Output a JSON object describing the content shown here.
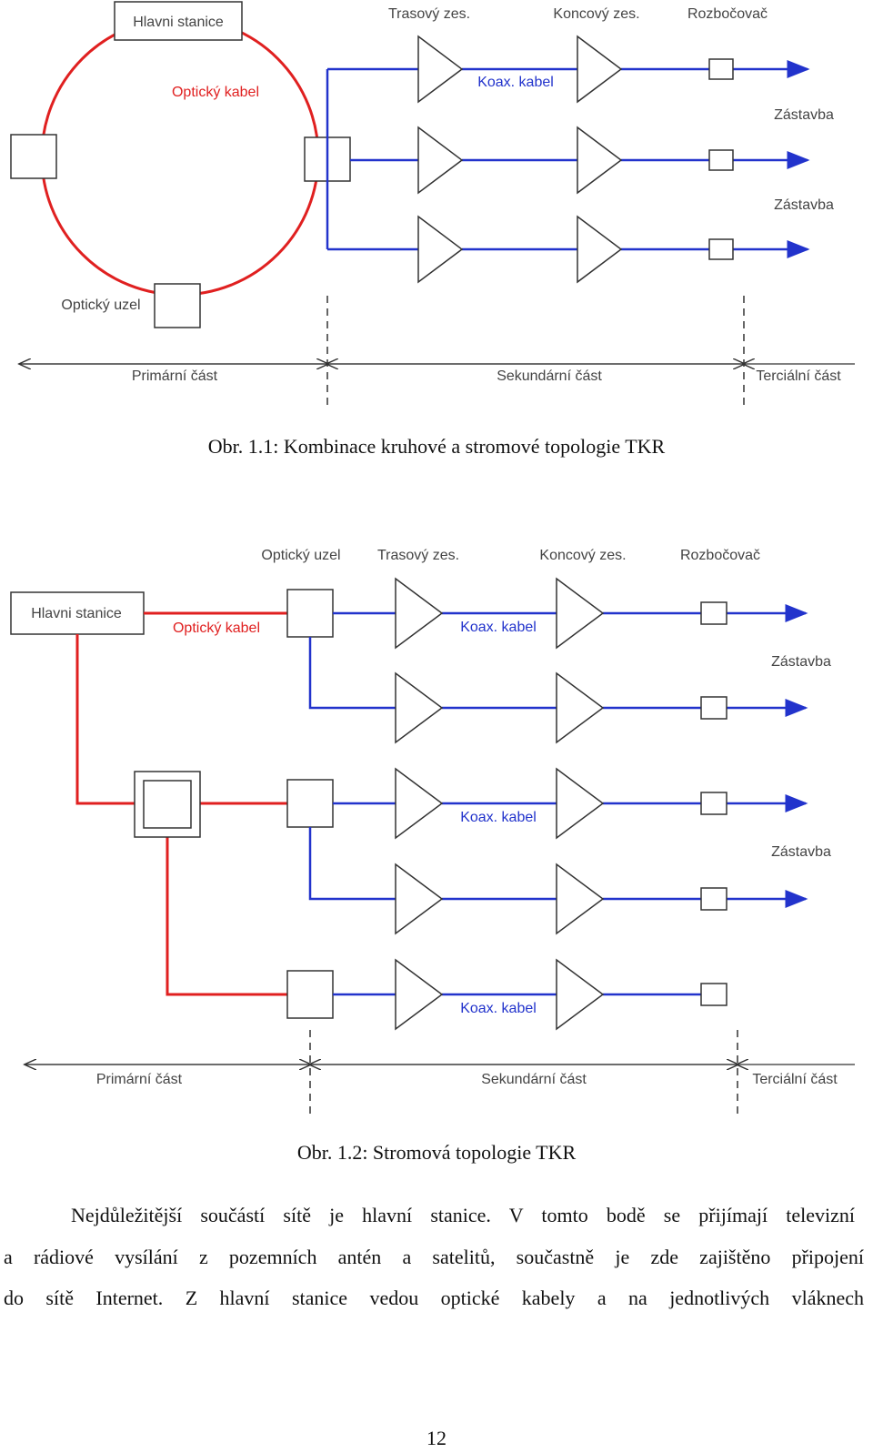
{
  "figure1": {
    "labels": {
      "head_station": "Hlavni stanice",
      "optical_cable": "Optický kabel",
      "optical_node": "Optický uzel",
      "trunk_amp": "Trasový zes.",
      "end_amp": "Koncový zes.",
      "splitter": "Rozbočovač",
      "coax_cable": "Koax. kabel",
      "building_1": "Zástavba",
      "building_2": "Zástavba",
      "primary": "Primární část",
      "secondary": "Sekundární část",
      "tertiary": "Terciální část"
    },
    "caption": "Obr. 1.1: Kombinace kruhové a stromové topologie TKR"
  },
  "figure2": {
    "labels": {
      "optical_node": "Optický uzel",
      "trunk_amp": "Trasový zes.",
      "end_amp": "Koncový zes.",
      "splitter": "Rozbočovač",
      "head_station": "Hlavni stanice",
      "optical_cable": "Optický kabel",
      "coax_cable_1": "Koax. kabel",
      "coax_cable_2": "Koax. kabel",
      "coax_cable_3": "Koax. kabel",
      "building_1": "Zástavba",
      "building_2": "Zástavba",
      "primary": "Primární část",
      "secondary": "Sekundární část",
      "tertiary": "Terciální část"
    },
    "caption": "Obr. 1.2: Stromová topologie TKR"
  },
  "paragraph": {
    "line1": "Nejdůležitější součástí sítě je hlavní stanice. V tomto bodě se přijímají televizní",
    "line2": "a rádiové vysílání z pozemních antén a satelitů, součastně je zde zajištěno připojení",
    "line3": "do sítě Internet. Z hlavní stanice vedou optické kabely a na jednotlivých vláknech"
  },
  "page_number": "12",
  "colors": {
    "optical": "#e02020",
    "coax": "#2233cc",
    "outline": "#333333"
  }
}
